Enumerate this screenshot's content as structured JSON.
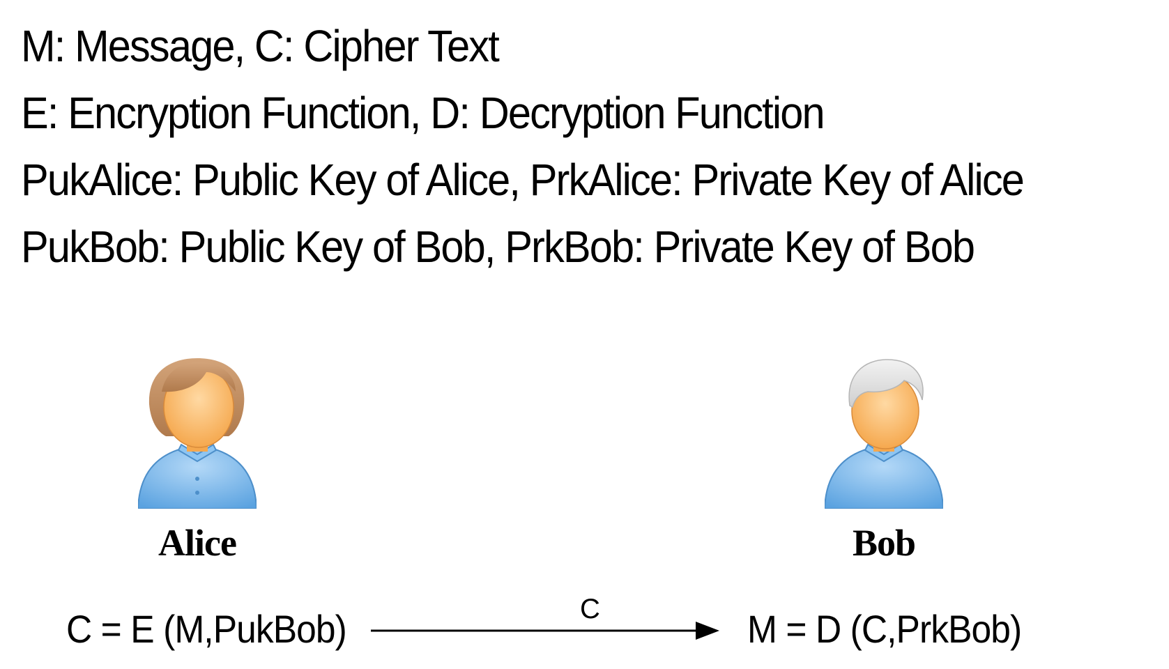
{
  "legend": [
    "M: Message, C: Cipher Text",
    "E: Encryption Function, D: Decryption Function",
    "PukAlice: Public Key of Alice, PrkAlice: Private Key of Alice",
    "PukBob: Public Key of Bob, PrkBob: Private Key of Bob"
  ],
  "alice": {
    "name": "Alice",
    "formula": "C = E (M,PukBob)",
    "avatar_icon": "person-icon",
    "hair_color": "#c8956a"
  },
  "bob": {
    "name": "Bob",
    "formula": "M = D (C,PrkBob)",
    "avatar_icon": "person-icon",
    "hair_color": "#e2e2e2"
  },
  "transfer": {
    "label": "C"
  },
  "colors": {
    "skin": "#fbbf6e",
    "shirt": "#7fb9ea",
    "line": "#000000"
  }
}
